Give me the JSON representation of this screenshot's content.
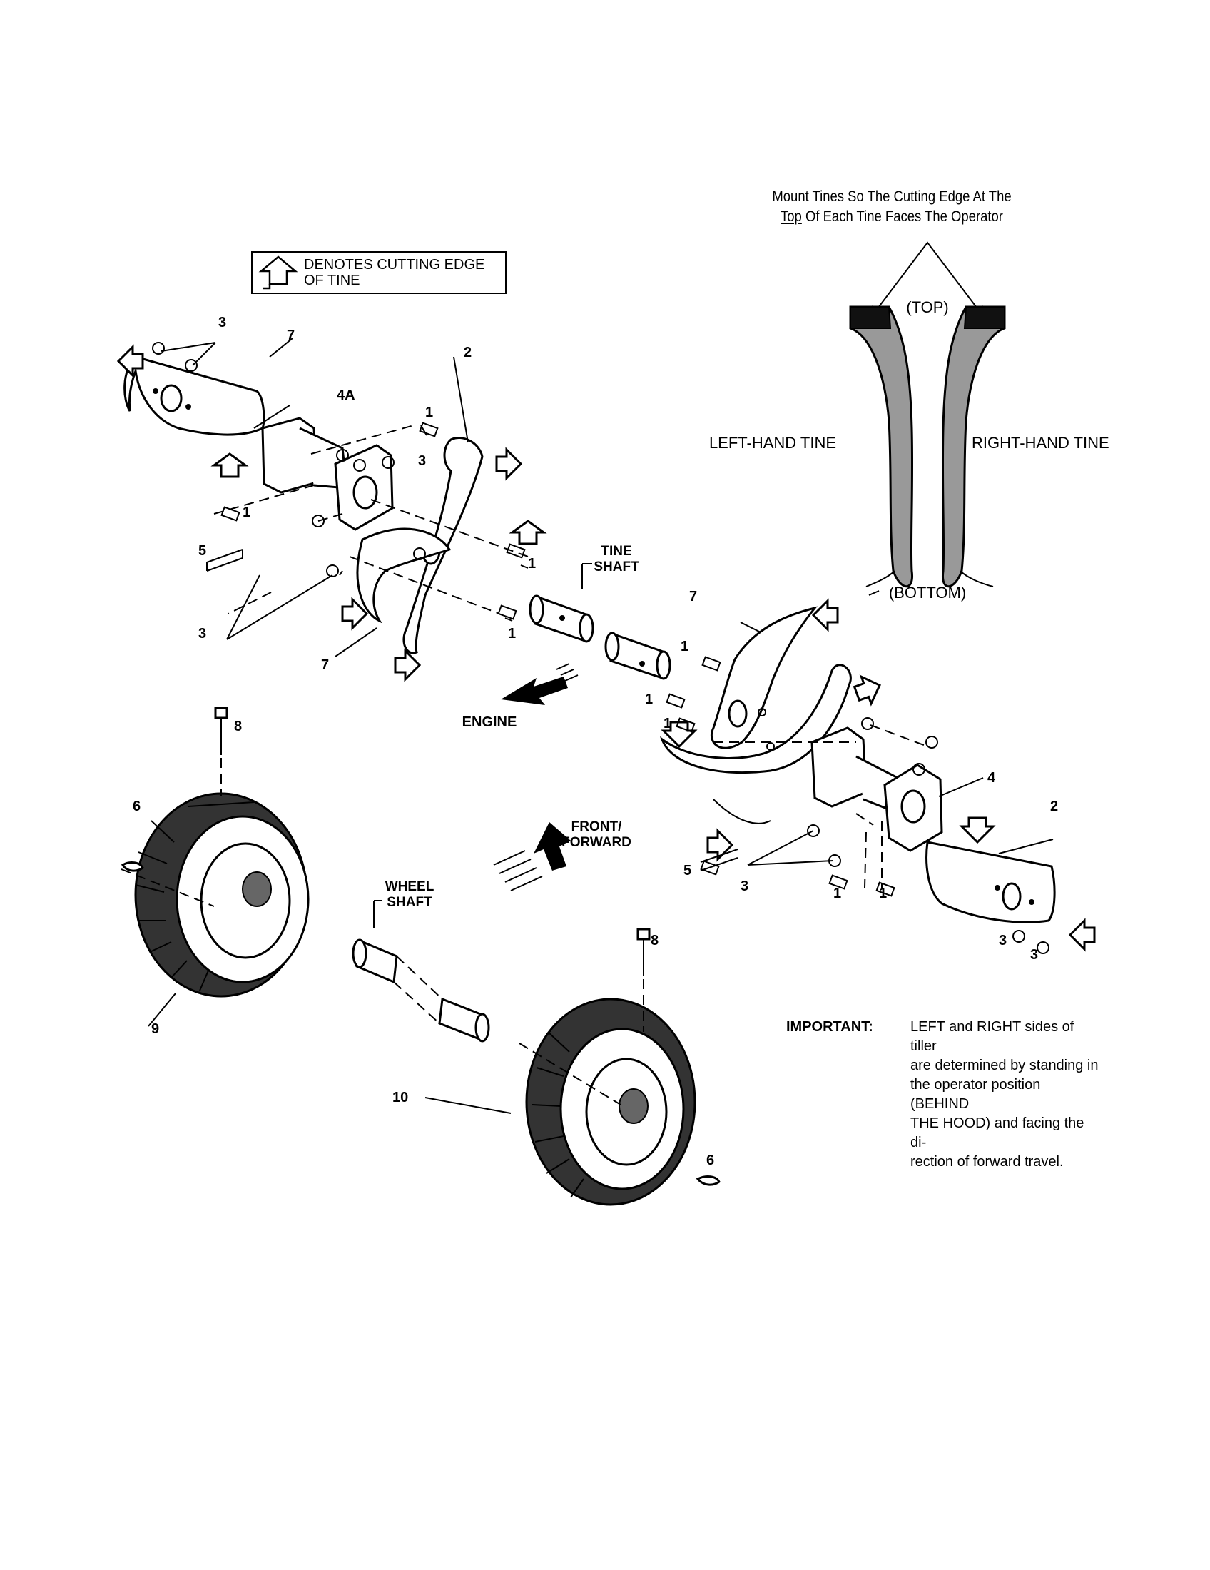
{
  "legend": {
    "text_line1": "DENOTES CUTTING EDGE",
    "text_line2": "OF TINE",
    "icon": "cutting-edge-arrow-icon"
  },
  "mount_note": {
    "line1": "Mount Tines So The Cutting Edge At The",
    "line2_underlined": "Top",
    "line2_rest": " Of Each Tine Faces The Operator"
  },
  "tine_orientation": {
    "top": "(TOP)",
    "bottom": "(BOTTOM)",
    "left": "LEFT-HAND TINE",
    "right": "RIGHT-HAND TINE"
  },
  "labels": {
    "tine_shaft_1": "TINE",
    "tine_shaft_2": "SHAFT",
    "engine": "ENGINE",
    "front_1": "FRONT/",
    "front_2": "FORWARD",
    "wheel_shaft_1": "WHEEL",
    "wheel_shaft_2": "SHAFT"
  },
  "callouts": {
    "c1": "1",
    "c2": "2",
    "c3": "3",
    "c4": "4",
    "c4a": "4A",
    "c5": "5",
    "c6": "6",
    "c7": "7",
    "c8": "8",
    "c9": "9",
    "c10": "10"
  },
  "important": {
    "key": "IMPORTANT:",
    "line1": "LEFT and RIGHT sides of tiller",
    "line2": "are determined by standing in",
    "line3": "the operator position (BEHIND",
    "line4": "THE HOOD) and facing the di-",
    "line5": "rection of forward travel."
  }
}
